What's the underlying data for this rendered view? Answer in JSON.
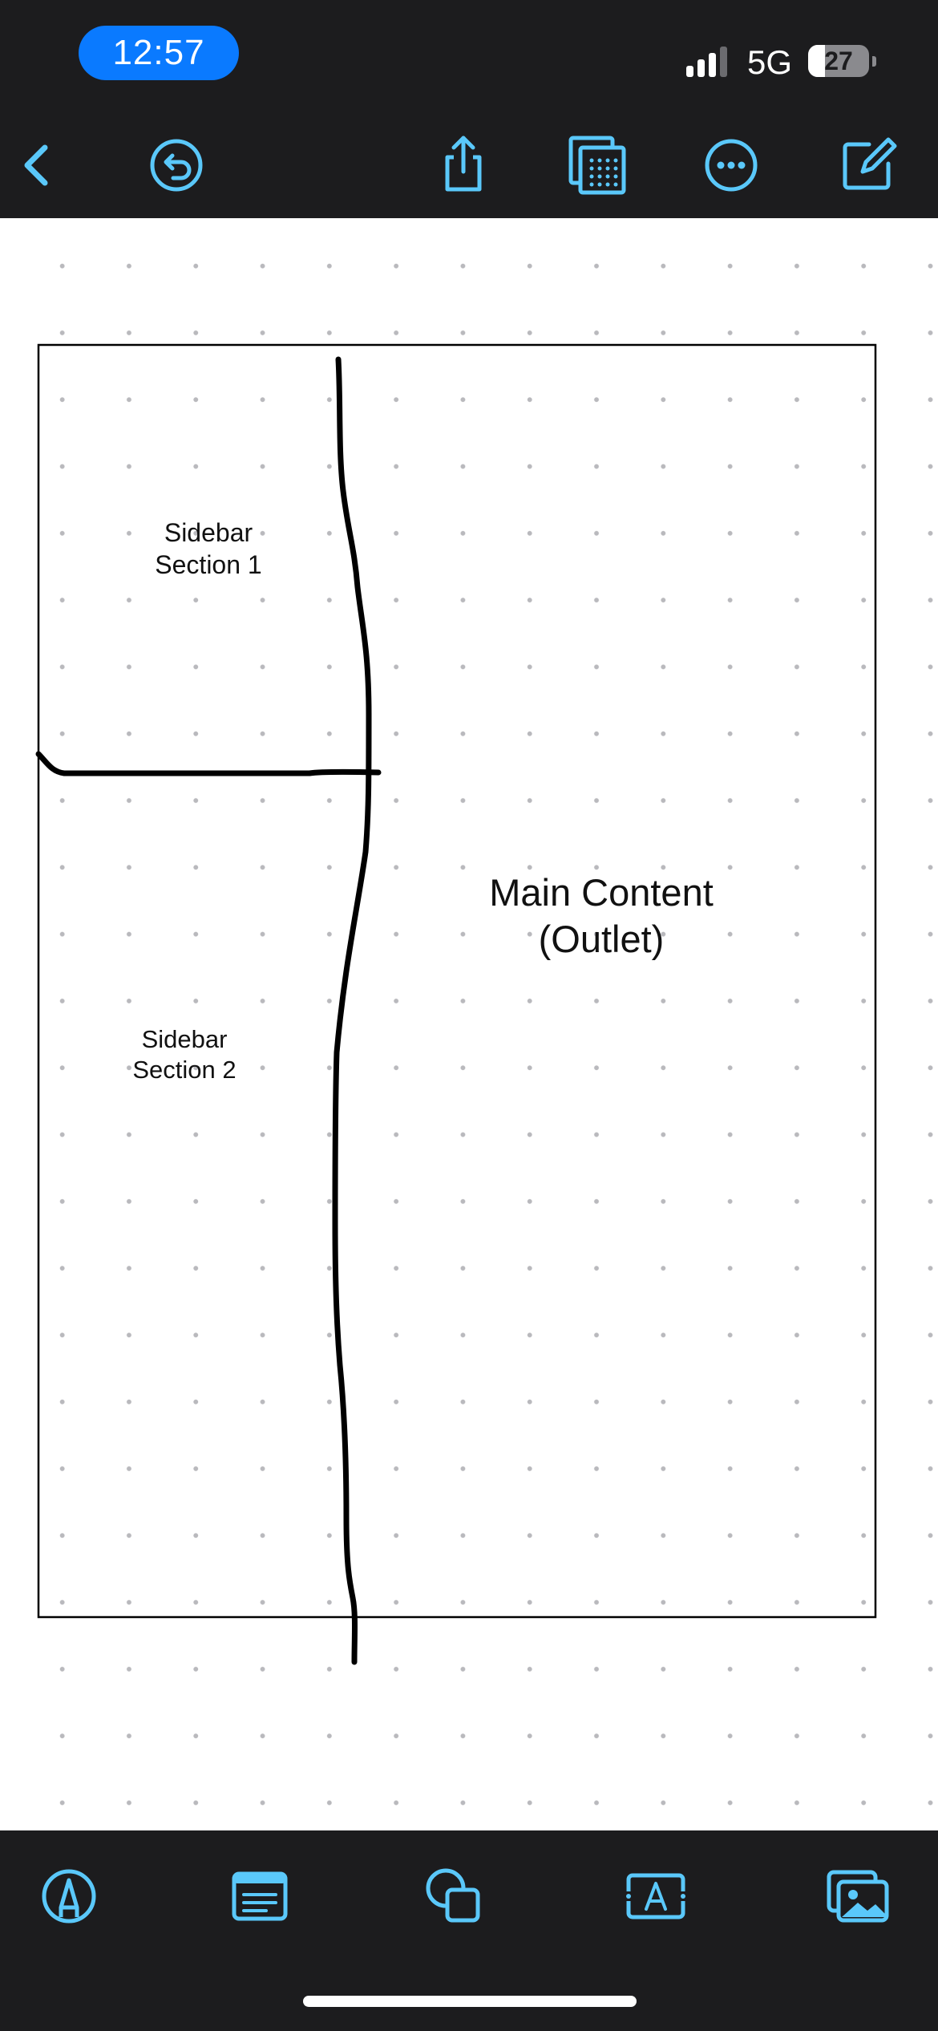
{
  "status_bar": {
    "time": "12:57",
    "network": "5G",
    "battery_percent": "27",
    "battery_level": 0.27
  },
  "toolbar": {
    "accent_color": "#5ac8fa",
    "buttons": [
      {
        "name": "back",
        "icon": "chevron-left-icon"
      },
      {
        "name": "undo",
        "icon": "undo-arrow-icon"
      },
      {
        "name": "share",
        "icon": "share-icon"
      },
      {
        "name": "page-grid",
        "icon": "grid-pages-icon"
      },
      {
        "name": "more",
        "icon": "ellipsis-circle-icon"
      },
      {
        "name": "compose",
        "icon": "compose-icon"
      }
    ]
  },
  "canvas": {
    "background": "dot-grid",
    "ink_color": "#000000",
    "labels": {
      "sidebar_section_1": "Sidebar\nSection 1",
      "sidebar_section_2": "Sidebar\nSection 2",
      "main_content": "Main Content\n(Outlet)"
    }
  },
  "bottom_toolbar": {
    "tools": [
      {
        "name": "pen",
        "icon": "pen-tip-icon"
      },
      {
        "name": "sticky-note",
        "icon": "note-icon"
      },
      {
        "name": "shapes",
        "icon": "shapes-icon"
      },
      {
        "name": "text-box",
        "icon": "text-box-icon"
      },
      {
        "name": "media",
        "icon": "photo-icon"
      }
    ]
  }
}
